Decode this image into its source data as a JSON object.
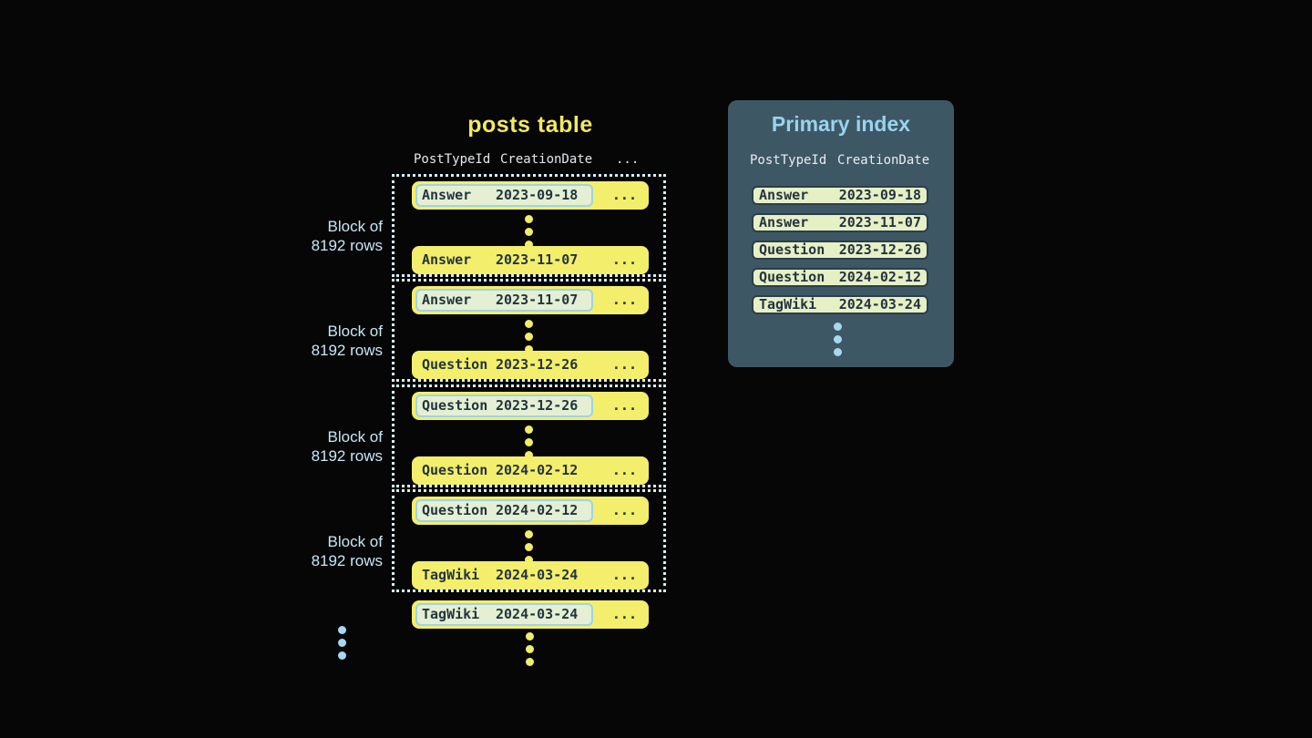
{
  "colors": {
    "background": "#060607",
    "row_yellow": "#f3ee6b",
    "title_yellow": "#f0ea60",
    "dark_text": "#243440",
    "dotted_border": "#daeef6",
    "block_label_blue": "#c6e8f6",
    "highlight_cell_bg": "#e4efd3",
    "highlight_cell_border": "#9fd3e7",
    "panel_bg": "#3e5765",
    "panel_title_blue": "#98d4ee",
    "index_row_bg": "#e6f0c5",
    "index_row_border": "#2c3e49",
    "blue_dot": "#a5d9f0",
    "yellow_dot": "#f2ed68"
  },
  "posts_table": {
    "title": "posts table",
    "headers": [
      "PostTypeId",
      "CreationDate",
      "..."
    ],
    "blocks": [
      {
        "label": [
          "Block of",
          "8192 rows"
        ],
        "first_row": {
          "type": "Answer",
          "date": "2023-09-18",
          "more": "..."
        },
        "last_row": {
          "type": "Answer",
          "date": "2023-11-07",
          "more": "..."
        }
      },
      {
        "label": [
          "Block of",
          "8192 rows"
        ],
        "first_row": {
          "type": "Answer",
          "date": "2023-11-07",
          "more": "..."
        },
        "last_row": {
          "type": "Question",
          "date": "2023-12-26",
          "more": "..."
        }
      },
      {
        "label": [
          "Block of",
          "8192 rows"
        ],
        "first_row": {
          "type": "Question",
          "date": "2023-12-26",
          "more": "..."
        },
        "last_row": {
          "type": "Question",
          "date": "2024-02-12",
          "more": "..."
        }
      },
      {
        "label": [
          "Block of",
          "8192 rows"
        ],
        "first_row": {
          "type": "Question",
          "date": "2024-02-12",
          "more": "..."
        },
        "last_row": {
          "type": "TagWiki",
          "date": "2024-03-24",
          "more": "..."
        }
      }
    ],
    "overflow_row": {
      "type": "TagWiki",
      "date": "2024-03-24",
      "more": "..."
    }
  },
  "primary_index": {
    "title": "Primary index",
    "headers": [
      "PostTypeId",
      "CreationDate"
    ],
    "rows": [
      {
        "type": "Answer",
        "date": "2023-09-18"
      },
      {
        "type": "Answer",
        "date": "2023-11-07"
      },
      {
        "type": "Question",
        "date": "2023-12-26"
      },
      {
        "type": "Question",
        "date": "2024-02-12"
      },
      {
        "type": "TagWiki",
        "date": "2024-03-24"
      }
    ]
  }
}
